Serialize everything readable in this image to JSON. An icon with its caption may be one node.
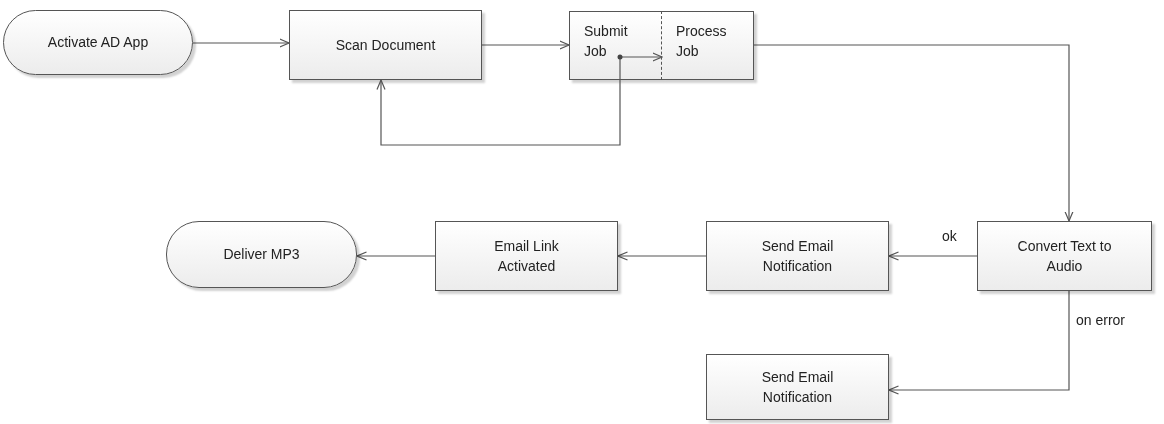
{
  "diagram": {
    "nodes": [
      {
        "text": [
          "Activate AD App"
        ]
      },
      {
        "text": [
          "Scan Document"
        ]
      },
      {
        "text": [
          "Submit Job"
        ]
      },
      {
        "text": [
          "Process Job"
        ]
      },
      {
        "text": [
          "Convert Text to Audio"
        ]
      },
      {
        "text": [
          "Send Email Notification"
        ]
      },
      {
        "text": [
          "Email Link Activated"
        ]
      },
      {
        "text": [
          "Deliver MP3"
        ]
      },
      {
        "text": [
          "Send Email Notification"
        ]
      }
    ],
    "edges": [
      {
        "from": 0,
        "to": 1,
        "arrow": "to"
      },
      {
        "from": 1,
        "to": 2,
        "arrow": "to"
      },
      {
        "from": 2,
        "to": 3,
        "arrow": "to"
      },
      {
        "from": 2,
        "to": 1,
        "arrow": "to"
      },
      {
        "from": 3,
        "to": 4,
        "arrow": "to"
      },
      {
        "from": 4,
        "to": 5,
        "label": "ok",
        "arrow": "to"
      },
      {
        "from": 4,
        "to": 8,
        "label": "on error",
        "arrow": "to"
      },
      {
        "from": 5,
        "to": 6,
        "arrow": "to"
      },
      {
        "from": 6,
        "to": 7,
        "arrow": "to"
      }
    ]
  }
}
